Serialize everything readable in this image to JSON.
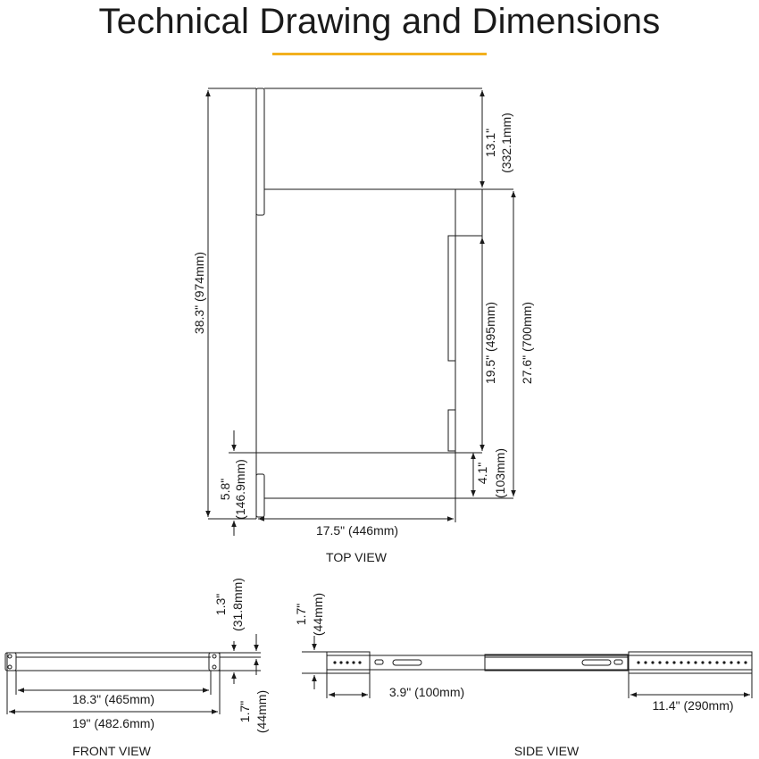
{
  "title": "Technical Drawing and Dimensions",
  "colors": {
    "accent": "#f2b01e",
    "line": "#1a1a1a"
  },
  "top_view": {
    "caption": "TOP VIEW",
    "overall_length": "38.3\" (974mm)",
    "top_offset_in": "13.1\"",
    "top_offset_mm": "(332.1mm)",
    "rail_length": "27.6\" (700mm)",
    "slot_length": "19.5\" (495mm)",
    "small_offset_in": "4.1\"",
    "small_offset_mm": "(103mm)",
    "bottom_offset_in": "5.8\"",
    "bottom_offset_mm": "(146.9mm)",
    "width": "17.5\" (446mm)"
  },
  "front_view": {
    "caption": "FRONT VIEW",
    "ear_height_in": "1.3\"",
    "ear_height_mm": "(31.8mm)",
    "inner_width": "18.3\" (465mm)",
    "outer_width": "19\" (482.6mm)",
    "height_in": "1.7\"",
    "height_mm": "(44mm)"
  },
  "side_view": {
    "caption": "SIDE VIEW",
    "height_in": "1.7\"",
    "height_mm": "(44mm)",
    "bracket_length": "3.9\" (100mm)",
    "rail_length": "11.4\" (290mm)"
  }
}
